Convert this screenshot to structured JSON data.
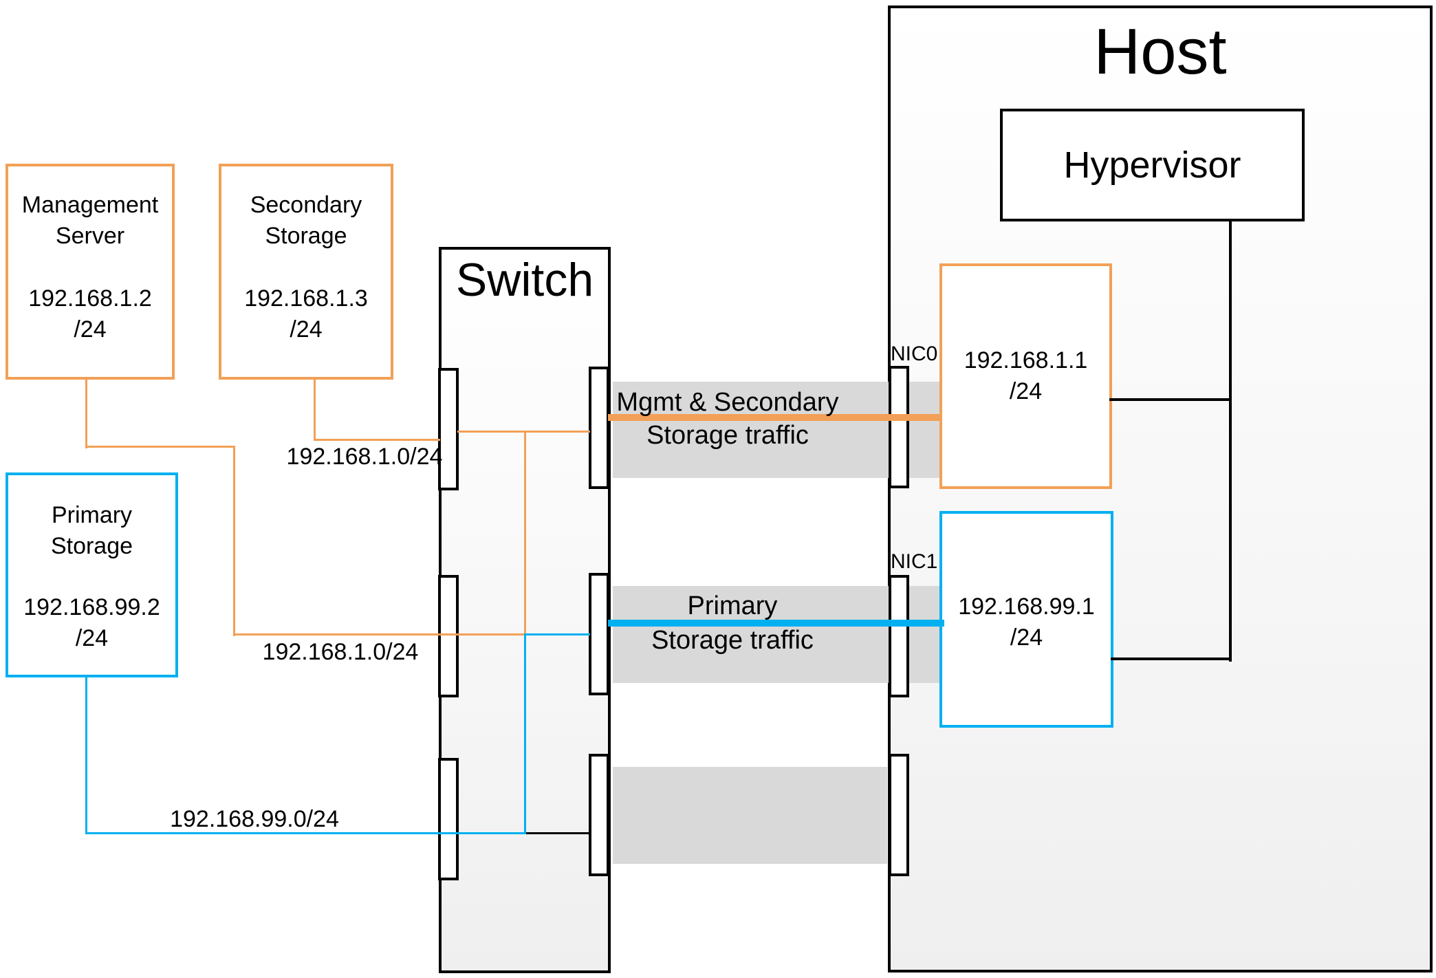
{
  "diagram": {
    "host": {
      "label": "Host"
    },
    "hypervisor": {
      "label": "Hypervisor"
    },
    "switch": {
      "label": "Switch"
    },
    "management_server": {
      "name_line1": "Management",
      "name_line2": "Server",
      "ip": "192.168.1.2",
      "mask": "/24"
    },
    "secondary_storage": {
      "name_line1": "Secondary",
      "name_line2": "Storage",
      "ip": "192.168.1.3",
      "mask": "/24"
    },
    "primary_storage": {
      "name_line1": "Primary",
      "name_line2": "Storage",
      "ip": "192.168.99.2",
      "mask": "/24"
    },
    "nic0": {
      "label": "NIC0",
      "ip": "192.168.1.1",
      "mask": "/24"
    },
    "nic1": {
      "label": "NIC1",
      "ip": "192.168.99.1",
      "mask": "/24"
    },
    "subnet_labels": {
      "secondary_link": "192.168.1.0/24",
      "management_link": "192.168.1.0/24",
      "primary_link": "192.168.99.0/24"
    },
    "traffic_bands": {
      "mgmt_secondary": {
        "line1": "Mgmt & Secondary",
        "line2": "Storage traffic"
      },
      "primary": {
        "line1": "Primary",
        "line2": "Storage traffic"
      }
    },
    "colors": {
      "orange": "#F2A057",
      "blue": "#00B0F0",
      "band_gray": "#D9D9D9",
      "line_black": "#000000"
    }
  }
}
